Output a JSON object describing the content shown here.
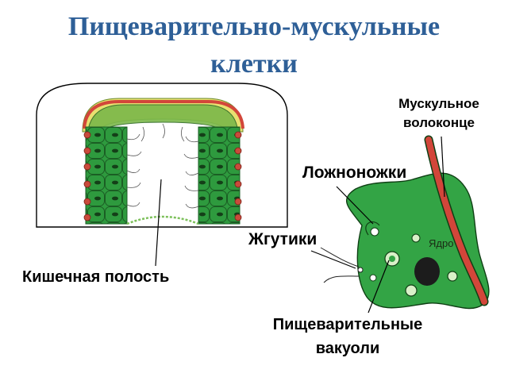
{
  "title": {
    "line1": "Пищеварительно-мускульные",
    "line2": "клетки"
  },
  "labels": {
    "intestinal_cavity": "Кишечная полость",
    "muscle_fiber": "Мускульное волоконце",
    "pseudopodia": "Ложноножки",
    "flagella": "Жгутики",
    "nucleus": "Ядро",
    "digestive_vacuoles": "Пищеварительные вакуоли"
  },
  "colors": {
    "title": "#2e5f97",
    "cell_green": "#2e9a3e",
    "muscle_red": "#d2463a",
    "mesoglea_yellow": "#e8e070"
  }
}
